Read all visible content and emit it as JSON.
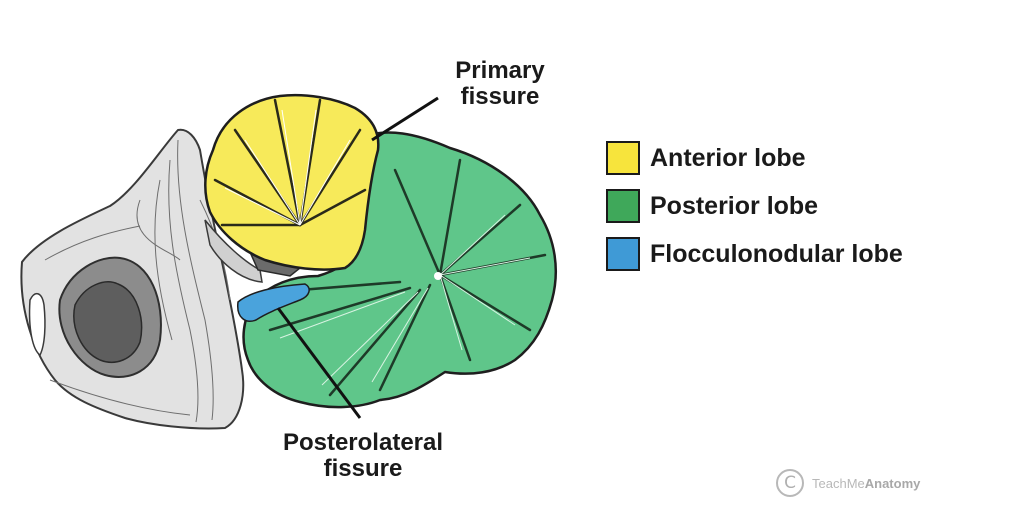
{
  "labels": {
    "primary_fissure": [
      "Primary",
      "fissure"
    ],
    "posterolateral_fissure": [
      "Posterolateral",
      "fissure"
    ]
  },
  "legend": [
    {
      "label": "Anterior lobe",
      "color": "#f7e43c"
    },
    {
      "label": "Posterior lobe",
      "color": "#3fa85a"
    },
    {
      "label": "Flocculonodular lobe",
      "color": "#3f9ad6"
    }
  ],
  "colors": {
    "anterior": "#f7ea5a",
    "posterior": "#5fc68a",
    "flocculonodular": "#4aa3dc",
    "brainstem": "#9a9a9a"
  },
  "credit": {
    "symbol": "C",
    "brand_prefix": "TeachMe",
    "brand_suffix": "Anatomy"
  }
}
